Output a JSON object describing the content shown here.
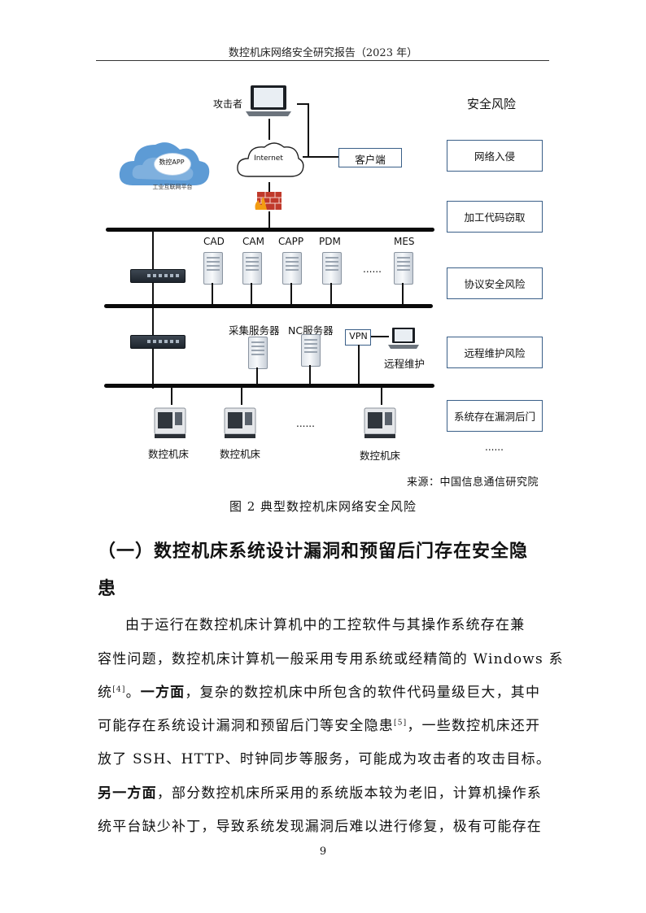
{
  "header": {
    "title": "数控机床网络安全研究报告（2023 年）"
  },
  "figure": {
    "attacker_label": "攻击者",
    "internet_label": "Internet",
    "client_label": "客户端",
    "cloud_app_label": "数控APP",
    "cloud_platform_label": "工业互联网平台",
    "servers": [
      {
        "label": "CAD"
      },
      {
        "label": "CAM"
      },
      {
        "label": "CAPP"
      },
      {
        "label": "PDM"
      },
      {
        "label": "MES"
      }
    ],
    "server_ellipsis": "......",
    "collect_server_label": "采集服务器",
    "nc_server_label": "NC服务器",
    "vpn_label": "VPN",
    "remote_label": "远程维护",
    "machines": [
      {
        "label": "数控机床"
      },
      {
        "label": "数控机床"
      },
      {
        "label": "数控机床"
      }
    ],
    "machine_ellipsis": "......",
    "risk_title": "安全风险",
    "risks": [
      {
        "label": "网络入侵"
      },
      {
        "label": "加工代码窃取"
      },
      {
        "label": "协议安全风险"
      },
      {
        "label": "远程维护风险"
      },
      {
        "label": "系统存在漏洞后门"
      }
    ],
    "risk_ellipsis": "......",
    "source": "来源：中国信息通信研究院",
    "caption": "图 2  典型数控机床网络安全风险"
  },
  "section": {
    "heading_line1": "（一）数控机床系统设计漏洞和预留后门存在安全隐",
    "heading_line2": "患"
  },
  "body": {
    "l1": "由于运行在数控机床计算机中的工控软件与其操作系统存在兼",
    "l2": "容性问题，数控机床计算机一般采用专用系统或经精简的 Windows 系",
    "l3a": "统",
    "l3ref": "[4]",
    "l3b": "。",
    "l3bold": "一方面",
    "l3c": "，复杂的数控机床中所包含的软件代码量级巨大，其中",
    "l4a": "可能存在系统设计漏洞和预留后门等安全隐患",
    "l4ref": "[5]",
    "l4b": "，一些数控机床还开",
    "l5": "放了 SSH、HTTP、时钟同步等服务，可能成为攻击者的攻击目标。",
    "l6bold": "另一方面",
    "l6": "，部分数控机床所采用的系统版本较为老旧，计算机操作系",
    "l7": "统平台缺少补丁，导致系统发现漏洞后难以进行修复，极有可能存在"
  },
  "page_number": "9"
}
